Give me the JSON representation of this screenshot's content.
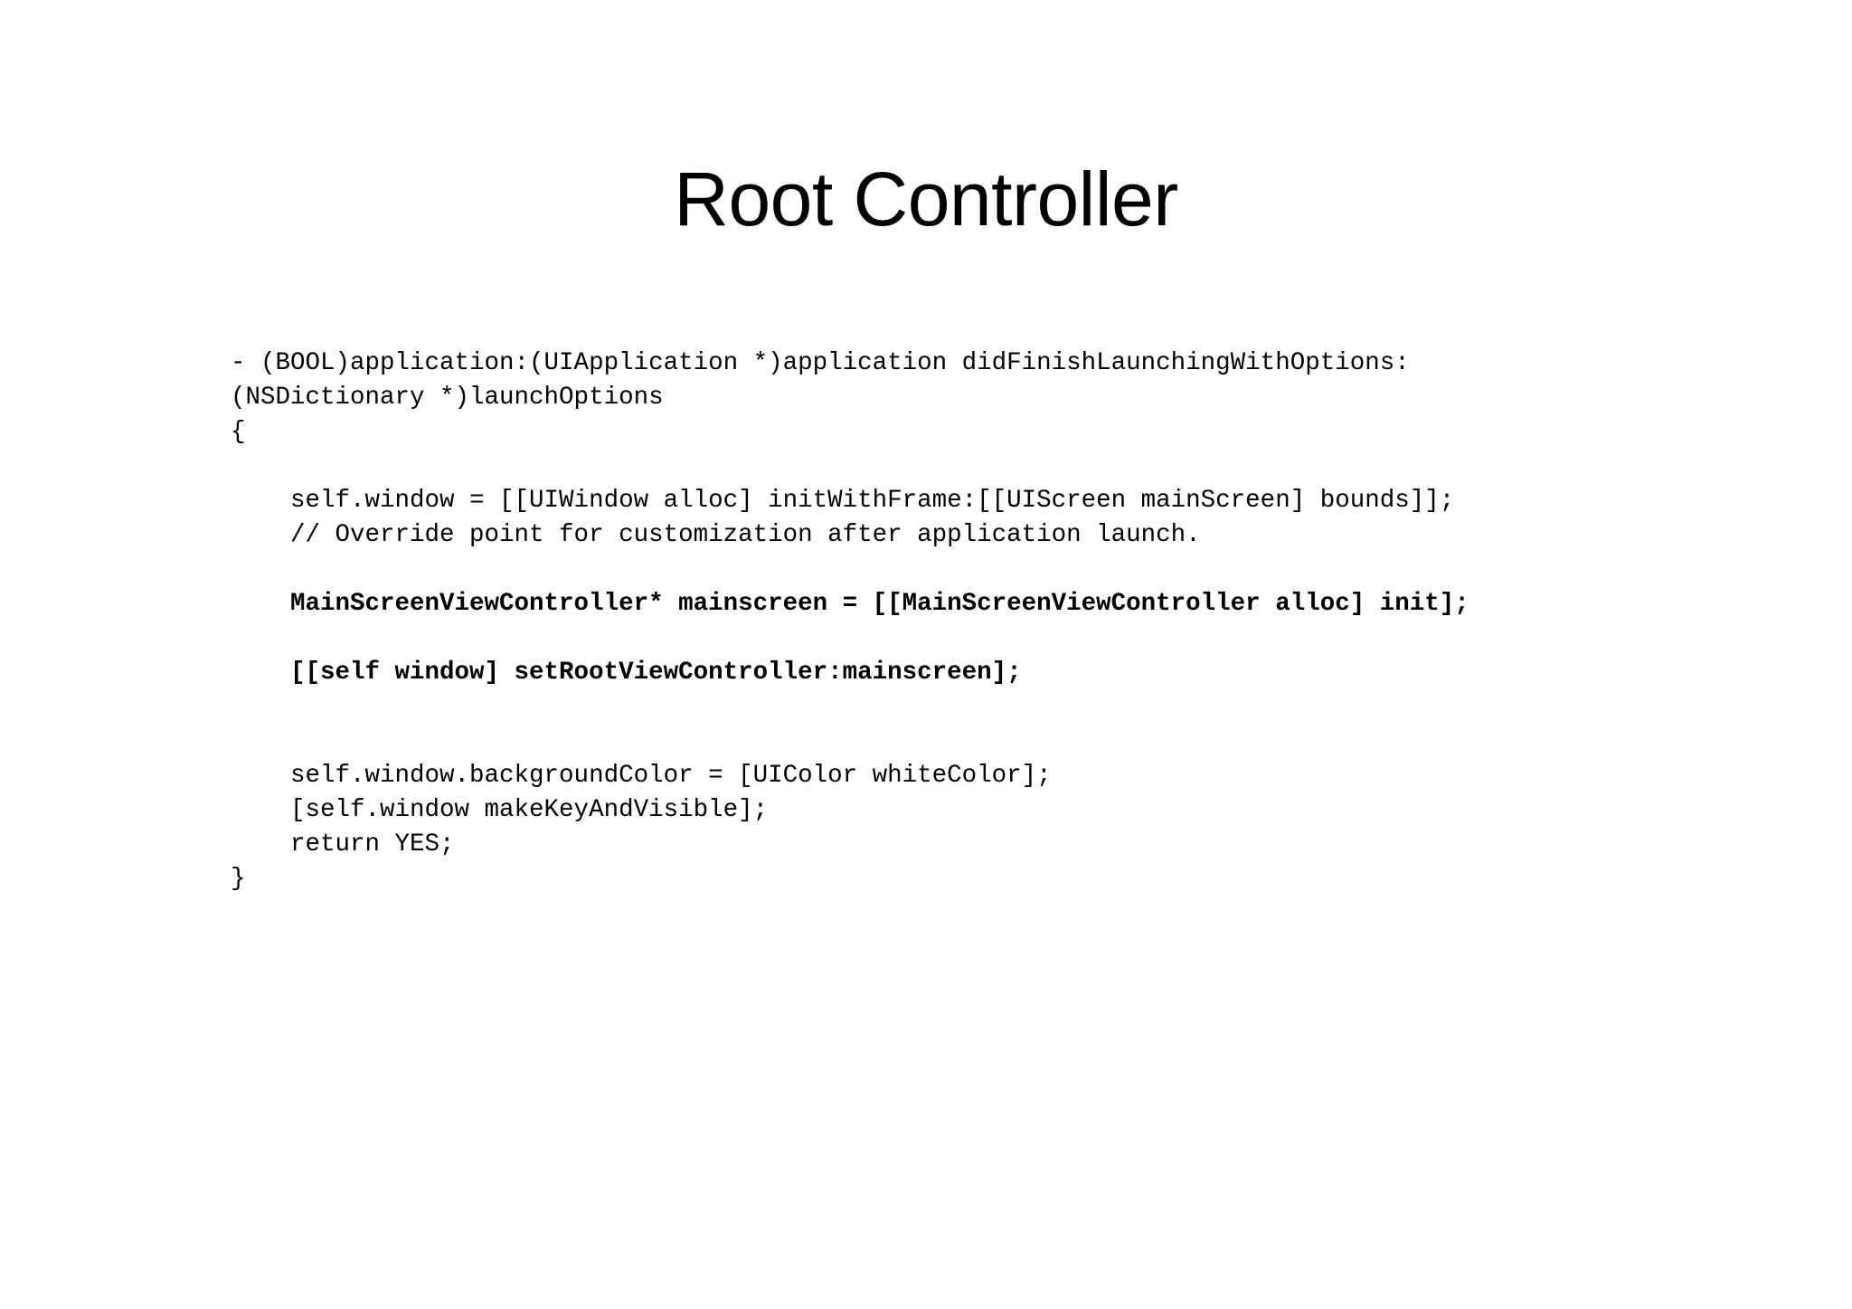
{
  "slide": {
    "background_color": "#ffffff",
    "text_color": "#000000",
    "title": "Root Controller"
  },
  "code": {
    "language": "objective-c",
    "lines": [
      {
        "text": "- (BOOL)application:(UIApplication *)application didFinishLaunchingWithOptions:",
        "bold": false,
        "blank": false
      },
      {
        "text": "(NSDictionary *)launchOptions",
        "bold": false,
        "blank": false
      },
      {
        "text": "{",
        "bold": false,
        "blank": false
      },
      {
        "text": "",
        "bold": false,
        "blank": true
      },
      {
        "text": "    self.window = [[UIWindow alloc] initWithFrame:[[UIScreen mainScreen] bounds]];",
        "bold": false,
        "blank": false
      },
      {
        "text": "    // Override point for customization after application launch.",
        "bold": false,
        "blank": false
      },
      {
        "text": "",
        "bold": false,
        "blank": true
      },
      {
        "text": "    MainScreenViewController* mainscreen = [[MainScreenViewController alloc] init];",
        "bold": true,
        "blank": false
      },
      {
        "text": "",
        "bold": false,
        "blank": true
      },
      {
        "text": "    [[self window] setRootViewController:mainscreen];",
        "bold": true,
        "blank": false
      },
      {
        "text": "",
        "bold": false,
        "blank": true
      },
      {
        "text": "",
        "bold": false,
        "blank": true
      },
      {
        "text": "    self.window.backgroundColor = [UIColor whiteColor];",
        "bold": false,
        "blank": false
      },
      {
        "text": "    [self.window makeKeyAndVisible];",
        "bold": false,
        "blank": false
      },
      {
        "text": "    return YES;",
        "bold": false,
        "blank": false
      },
      {
        "text": "}",
        "bold": false,
        "blank": false
      }
    ]
  }
}
